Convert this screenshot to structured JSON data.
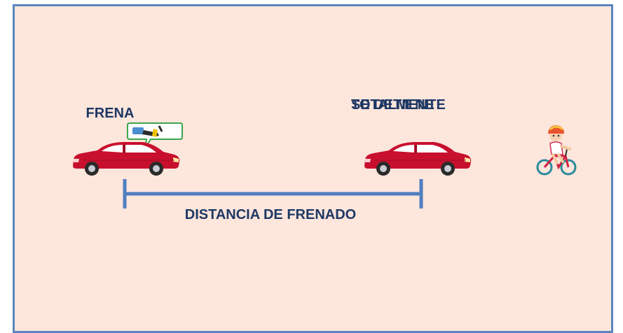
{
  "diagram": {
    "labels": {
      "brake": "FRENA",
      "stop_line1": "SE DETIENE",
      "stop_line2": "TOTALMENTE",
      "distance": "DISTANCIA DE FRENADO"
    },
    "colors": {
      "background": "#fde6dc",
      "border": "#5b86bf",
      "text": "#1f3864",
      "car": "#c8102e",
      "measure_line": "#4f7fc0",
      "speech_bubble_border": "#3aa64b"
    },
    "icons": [
      "car-braking-icon",
      "car-stopped-icon",
      "brake-pedal-bubble-icon",
      "child-cyclist-icon"
    ]
  }
}
